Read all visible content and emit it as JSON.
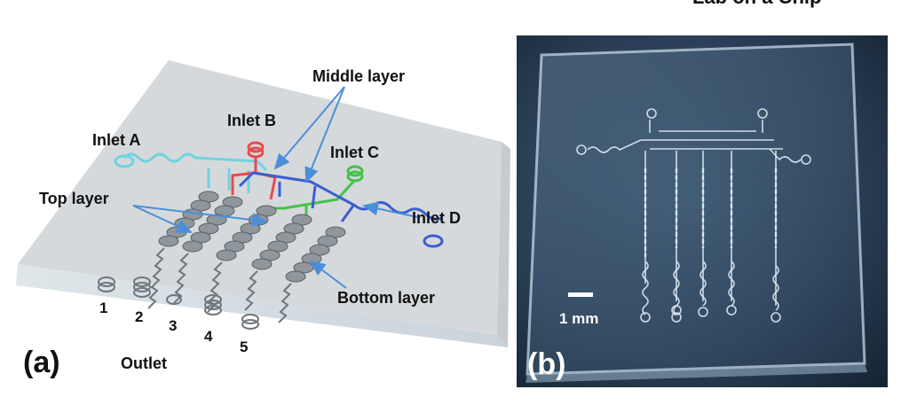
{
  "journal": "Lab on a Chip",
  "panel_a": {
    "letter": "(a)",
    "labels": {
      "middle_layer": "Middle layer",
      "inlet_b": "Inlet B",
      "inlet_a": "Inlet A",
      "inlet_c": "Inlet C",
      "top_layer": "Top layer",
      "inlet_d": "Inlet D",
      "bottom_layer": "Bottom layer",
      "outlet": "Outlet"
    },
    "outlet_numbers": [
      "1",
      "2",
      "3",
      "4",
      "5"
    ],
    "colors": {
      "inlet_a": "#6fd3e0",
      "inlet_b": "#e84a4a",
      "inlet_c": "#45c24a",
      "inlet_d": "#3a5fcf",
      "arrow": "#4d8fd6"
    }
  },
  "panel_b": {
    "letter": "(b)",
    "scale_label": "1 mm"
  }
}
